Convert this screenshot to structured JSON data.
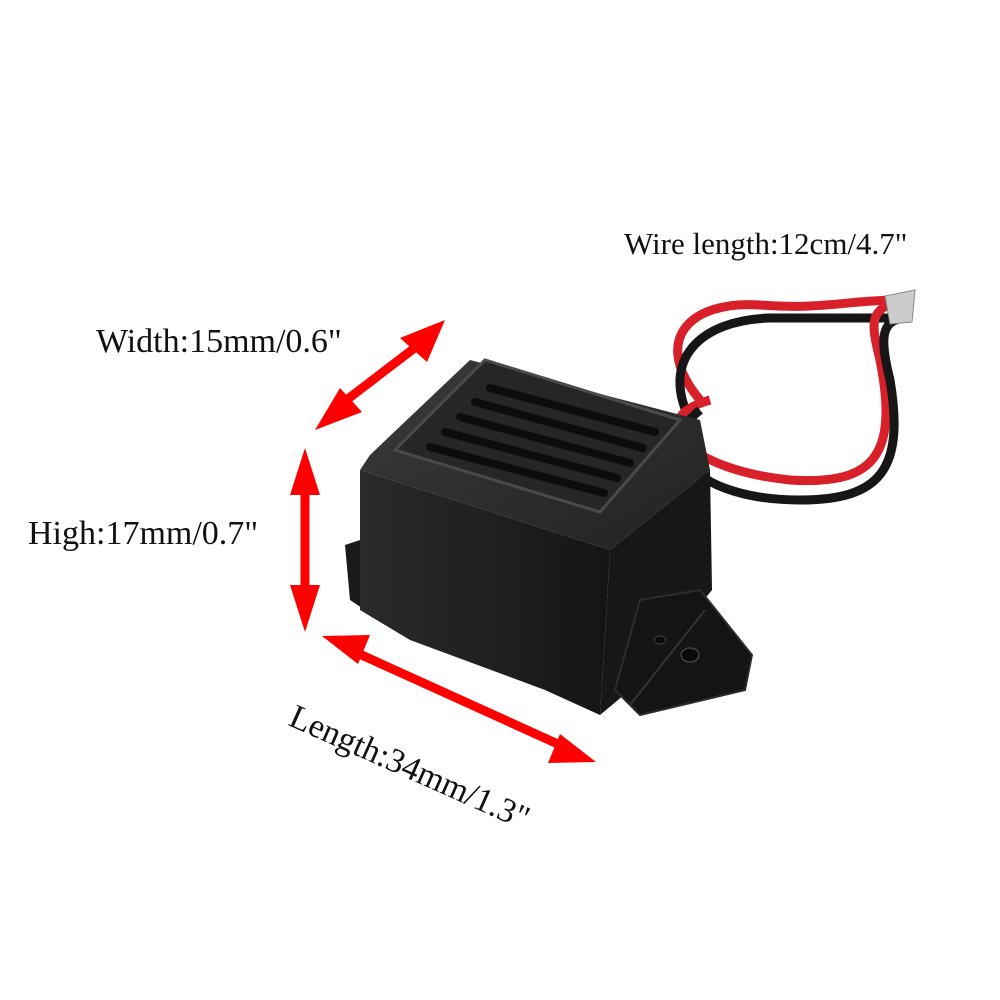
{
  "product": "Mini electronic buzzer with leads (dimension diagram)",
  "colors": {
    "arrow": "#ff0000",
    "body": "#1c1c1c",
    "body_highlight": "#3a3a3a",
    "wire_red": "#d8202a",
    "wire_black": "#161616",
    "background": "#ffffff"
  },
  "labels": {
    "wire_length": "Wire length:12cm/4.7\"",
    "width": "Width:15mm/0.6\"",
    "high": "High:17mm/0.7\"",
    "length": "Length:34mm/1.3\""
  }
}
